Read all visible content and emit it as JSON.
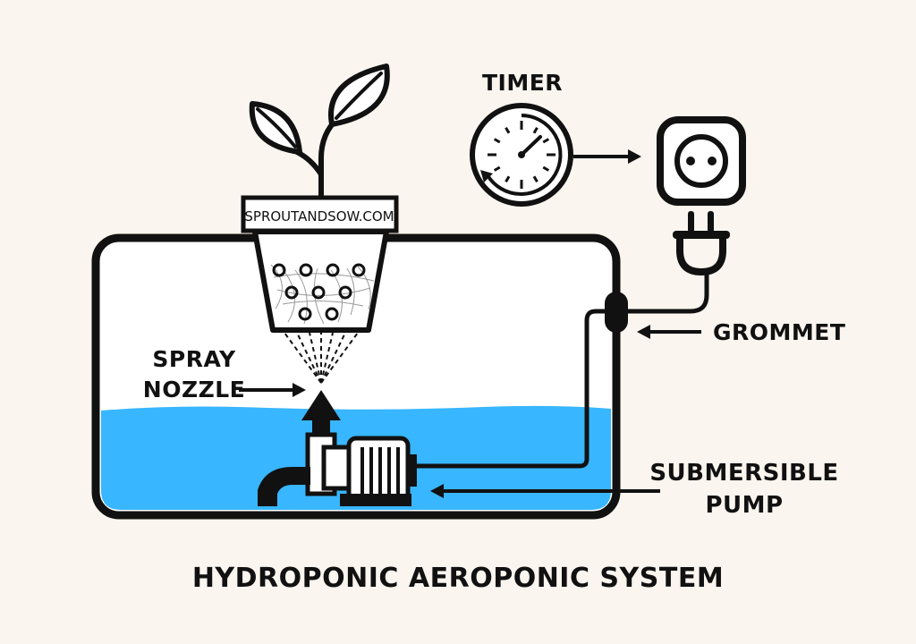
{
  "colors": {
    "background": "#faf5ef",
    "water": "#38b6ff",
    "ink": "#111111",
    "tank_inside": "#ffffff"
  },
  "labels": {
    "timer": "TIMER",
    "grommet": "GROMMET",
    "spray_nozzle_line1": "SPRAY",
    "spray_nozzle_line2": "NOZZLE",
    "pump_line1": "SUBMERSIBLE",
    "pump_line2": "PUMP",
    "pot_brand": "SPROUTANDSOW.COM",
    "title": "HYDROPONIC AEROPONIC SYSTEM"
  },
  "icons": {
    "plant": "sprout-icon",
    "timer": "timer-icon",
    "outlet": "power-outlet-icon",
    "plug": "power-plug-icon",
    "pump": "submersible-pump-icon"
  }
}
